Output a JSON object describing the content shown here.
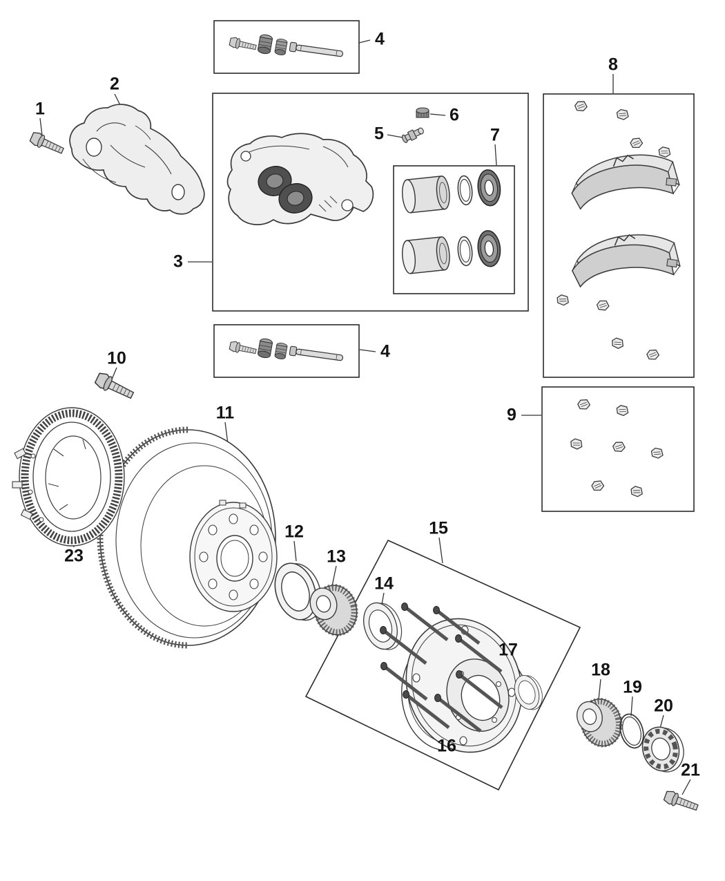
{
  "figure": {
    "type": "exploded-parts-diagram",
    "subject": "rear-disc-brake-hub-assembly"
  },
  "callouts": {
    "c1": {
      "label": "1"
    },
    "c2": {
      "label": "2"
    },
    "c3": {
      "label": "3"
    },
    "c4a": {
      "label": "4"
    },
    "c4b": {
      "label": "4"
    },
    "c5": {
      "label": "5"
    },
    "c6": {
      "label": "6"
    },
    "c7": {
      "label": "7"
    },
    "c8": {
      "label": "8"
    },
    "c9": {
      "label": "9"
    },
    "c10": {
      "label": "10"
    },
    "c11": {
      "label": "11"
    },
    "c12": {
      "label": "12"
    },
    "c13": {
      "label": "13"
    },
    "c14": {
      "label": "14"
    },
    "c15": {
      "label": "15"
    },
    "c16": {
      "label": "16"
    },
    "c17": {
      "label": "17"
    },
    "c18": {
      "label": "18"
    },
    "c19": {
      "label": "19"
    },
    "c20": {
      "label": "20"
    },
    "c21": {
      "label": "21"
    },
    "c23": {
      "label": "23"
    }
  },
  "colors": {
    "line": "#3a3a3a",
    "fill_light": "#ececec",
    "fill_dark": "#6f6f6f",
    "background": "#ffffff"
  }
}
